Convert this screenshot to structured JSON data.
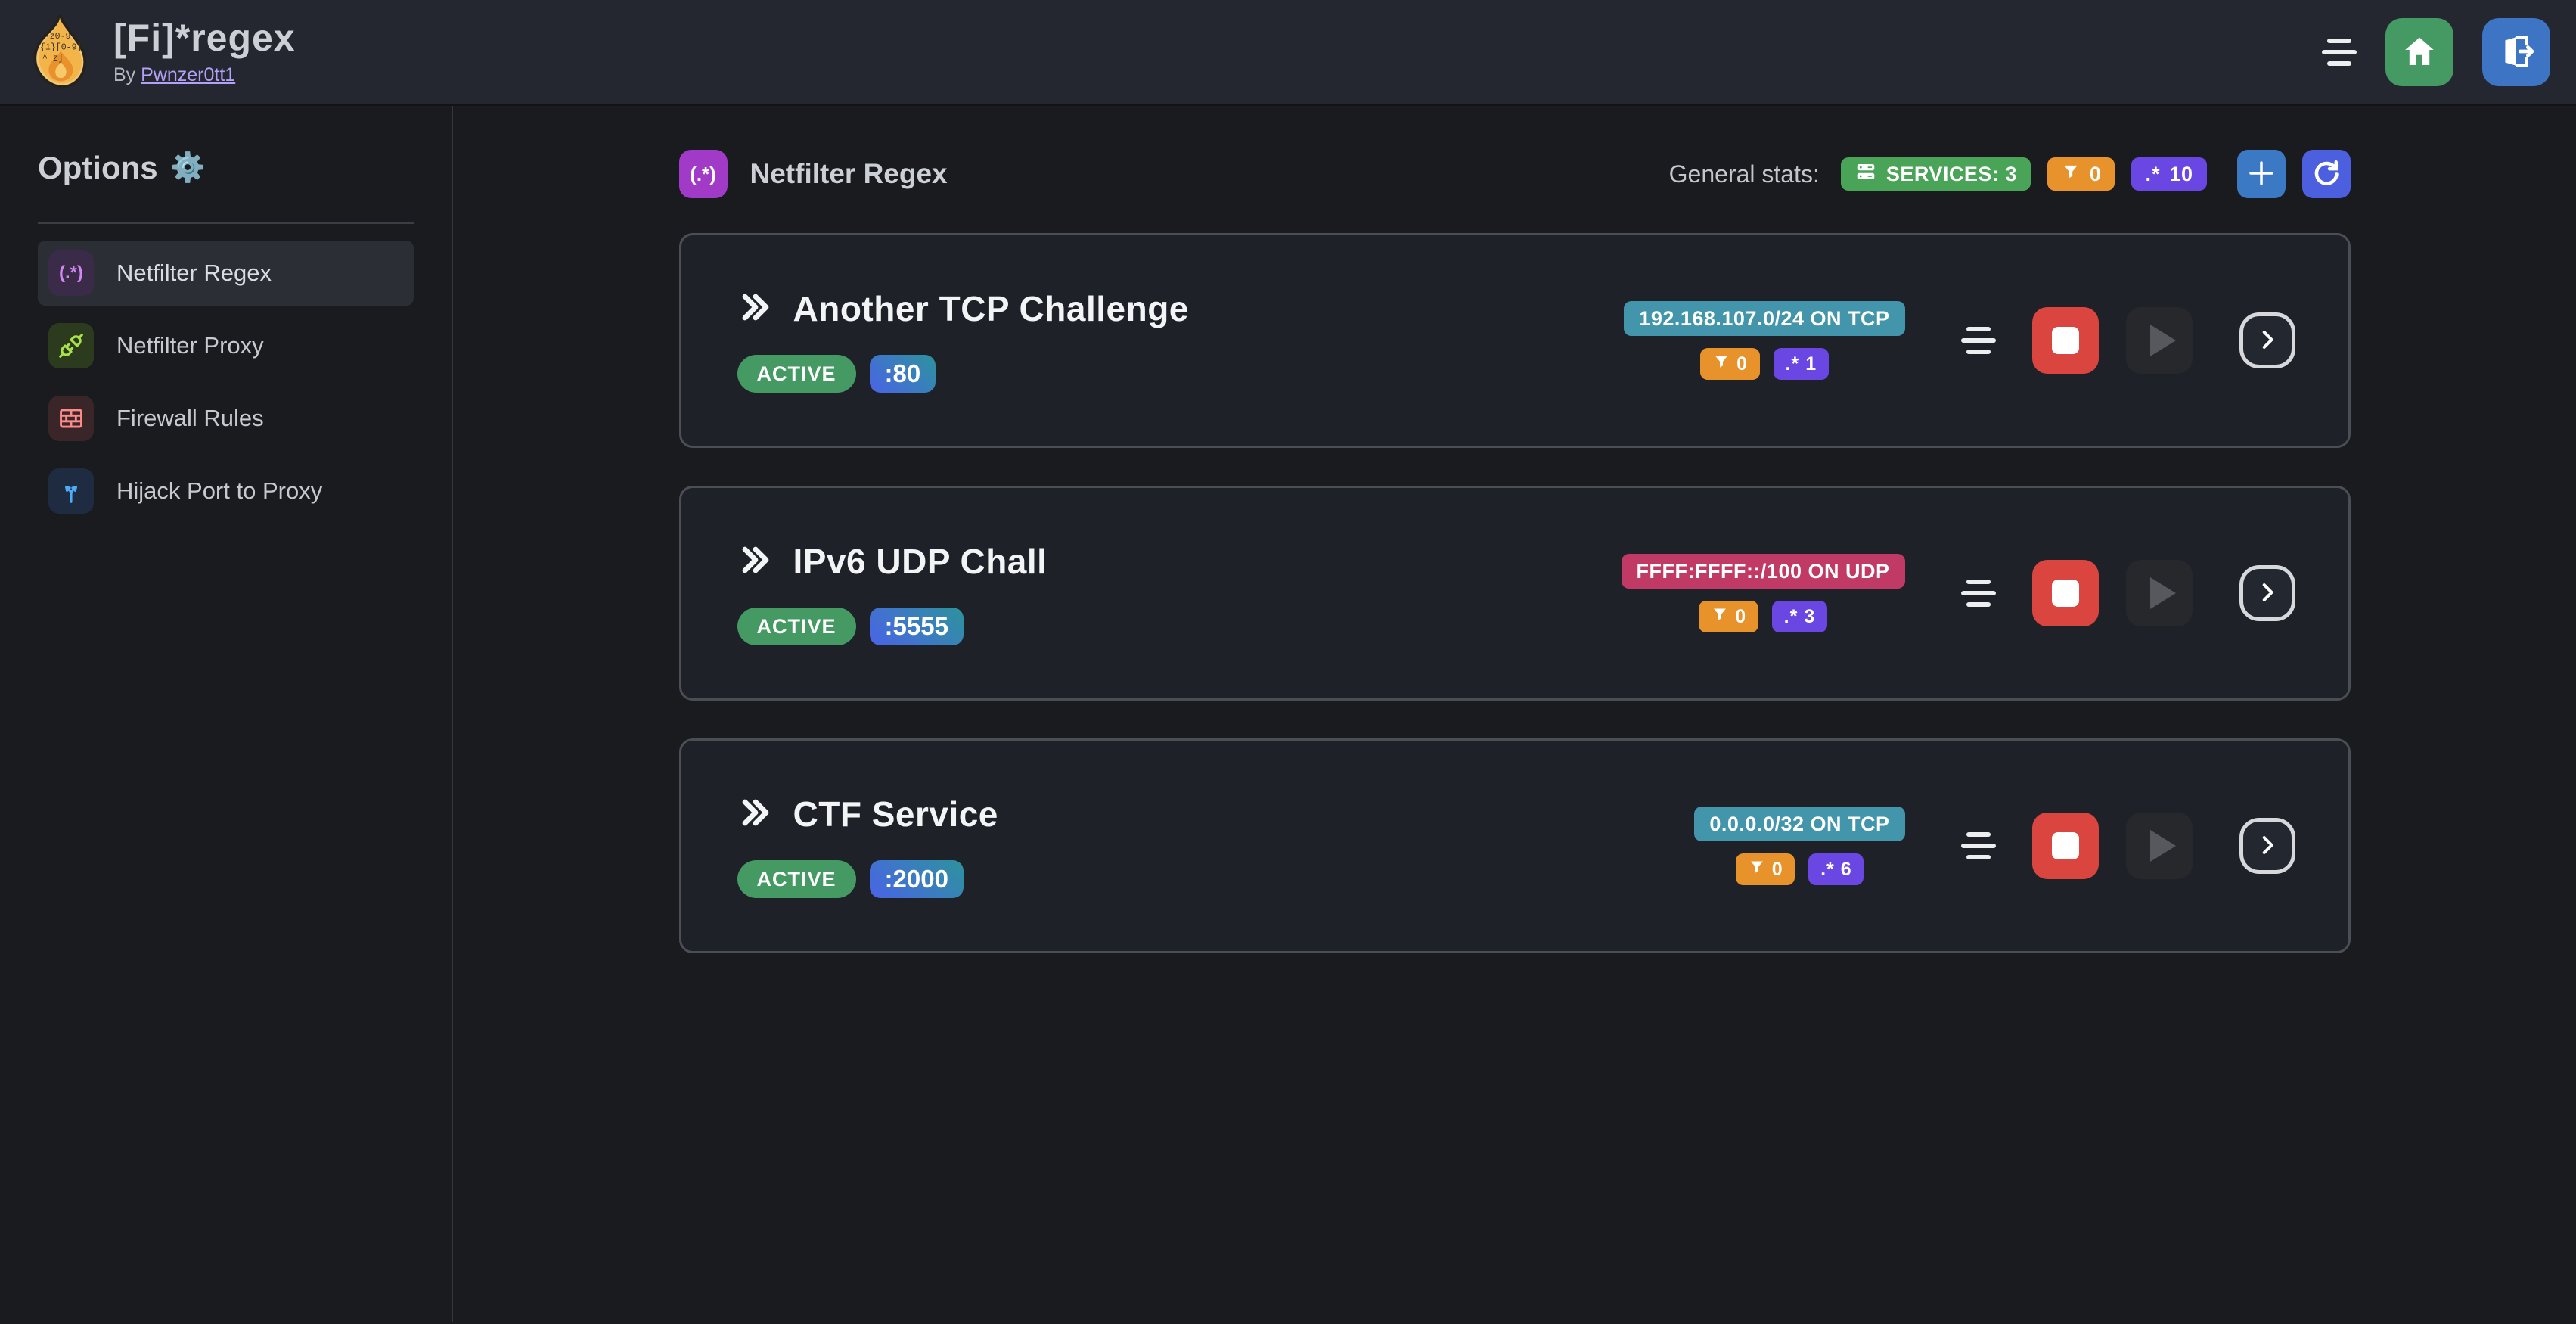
{
  "icons": {
    "gear": "⚙️",
    "regex_glyph": ".*",
    "regex_paren": "(.*)"
  },
  "header": {
    "title": "[Fi]*regex",
    "byline_prefix": "By",
    "byline_link": "Pwnzer0tt1"
  },
  "sidebar": {
    "heading": "Options",
    "items": [
      {
        "label": "Netfilter Regex"
      },
      {
        "label": "Netfilter Proxy"
      },
      {
        "label": "Firewall Rules"
      },
      {
        "label": "Hijack Port to Proxy"
      }
    ]
  },
  "main": {
    "page_title": "Netfilter Regex",
    "stats_label": "General stats:",
    "stats": {
      "services": "SERVICES: 3",
      "filters": "0",
      "regexes": "10"
    },
    "services": [
      {
        "title": "Another TCP Challenge",
        "status": "ACTIVE",
        "port": ":80",
        "address": "192.168.107.0/24 ON TCP",
        "filters": "0",
        "regexes": "1"
      },
      {
        "title": "IPv6 UDP Chall",
        "status": "ACTIVE",
        "port": ":5555",
        "address": "FFFF:FFFF::/100 ON UDP",
        "filters": "0",
        "regexes": "3"
      },
      {
        "title": "CTF Service",
        "status": "ACTIVE",
        "port": ":2000",
        "address": "0.0.0.0/32 ON TCP",
        "filters": "0",
        "regexes": "6"
      }
    ]
  },
  "colors": {
    "active_green": "#459a63",
    "services_green": "#4aa457",
    "filter_orange": "#e8922c",
    "regex_violet": "#6a46e3",
    "address_teal": "#4295aa",
    "address_pink": "#c13a66",
    "stop_red": "#da453f",
    "add_blue": "#3b79c4",
    "refresh_indigo": "#4b5fdf",
    "home_green": "#459a63",
    "logout_blue": "#3d74c4",
    "link_purple": "#b3a1f7",
    "port_gradient_from": "#4a63e7",
    "port_gradient_to": "#2d939c"
  }
}
